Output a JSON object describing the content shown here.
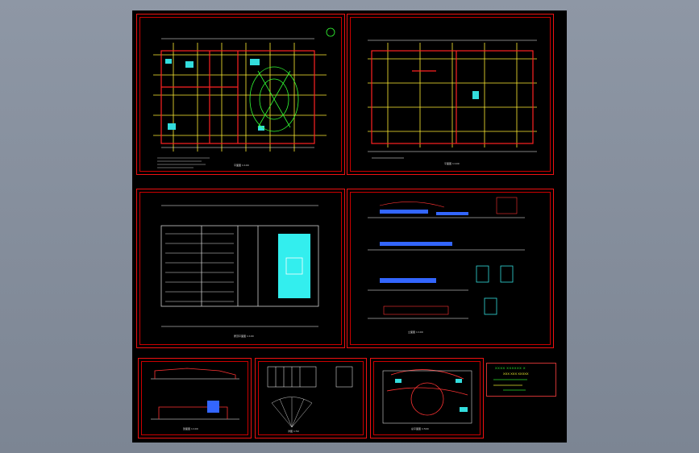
{
  "window": {
    "title": "",
    "background": "#8e97a5"
  },
  "drawing": {
    "background": "#000000",
    "frame_color": "#ee1111",
    "sheets": [
      {
        "id": "plan-1",
        "caption": "平面图 1:100"
      },
      {
        "id": "plan-2",
        "caption": "平面图 1:100"
      },
      {
        "id": "roof-plan",
        "caption": "屋顶平面图 1:100"
      },
      {
        "id": "elevations",
        "caption": "立面图 1:100"
      },
      {
        "id": "sections",
        "caption": "剖面图 1:100"
      },
      {
        "id": "details",
        "caption": "详图 1:50"
      },
      {
        "id": "site-plan",
        "caption": "总平面图 1:500"
      }
    ],
    "legend": {
      "line1": "XXXX XXXXXX X",
      "line2": "XXX XXX XXXXX",
      "line3": "XXXXXXXXXXXXXXXXXXXXX",
      "line4": "XXXXXXXXXXXXXXXXXX",
      "line5": "XXXXXXXXXXXXXX"
    }
  }
}
